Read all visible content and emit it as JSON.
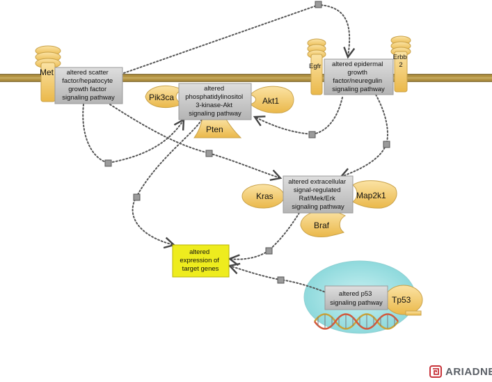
{
  "pathway_boxes": {
    "hgf": [
      "altered scatter",
      "factor/hepatocyte",
      "growth factor",
      "signaling pathway"
    ],
    "egf": [
      "altered epidermal",
      "growth",
      "factor/neuregulin",
      "signaling pathway"
    ],
    "pi3k": [
      "altered",
      "phosphatidylinositol",
      "3-kinase-Akt",
      "signaling pathway"
    ],
    "erk": [
      "altered extracellular",
      "signal-regulated",
      "Raf/Mek/Erk",
      "signaling pathway"
    ],
    "target": [
      "altered",
      "expression of",
      "target genes"
    ],
    "p53": [
      "altered p53",
      "signaling pathway"
    ]
  },
  "proteins": {
    "met": "Met",
    "egfr": "Egfr",
    "erbb2": [
      "Erbb",
      "2"
    ],
    "pik3ca": "Pik3ca",
    "akt1": "Akt1",
    "pten": "Pten",
    "kras": "Kras",
    "map2k1": "Map2k1",
    "braf": "Braf",
    "tp53": "Tp53"
  },
  "logo": {
    "text": "ARIADNE",
    "icon": "ariadne-logo-icon"
  },
  "colors": {
    "membrane": "#a58a3e",
    "protein": "#f3c865",
    "pathway_box": "#c8c8c8",
    "target_box": "#eeec1e",
    "nucleus": "#9fe3e6",
    "edge": "#555555"
  }
}
